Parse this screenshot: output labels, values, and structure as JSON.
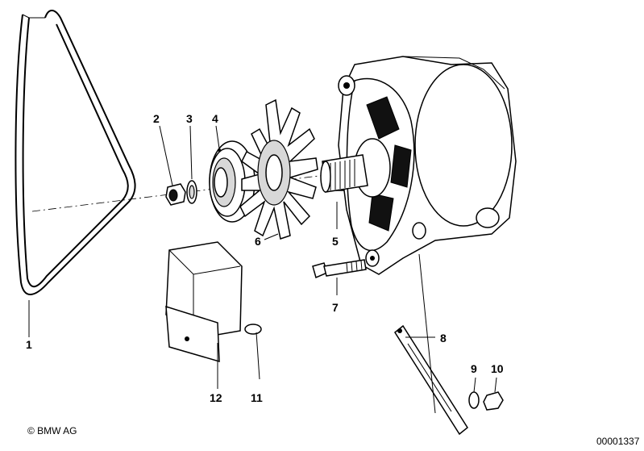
{
  "callouts": {
    "c1": "1",
    "c2": "2",
    "c3": "3",
    "c4": "4",
    "c5": "5",
    "c6": "6",
    "c7": "7",
    "c8": "8",
    "c9": "9",
    "c10": "10",
    "c11": "11",
    "c12": "12"
  },
  "footer": {
    "copyright": "© BMW AG",
    "doc_number": "00001337"
  }
}
